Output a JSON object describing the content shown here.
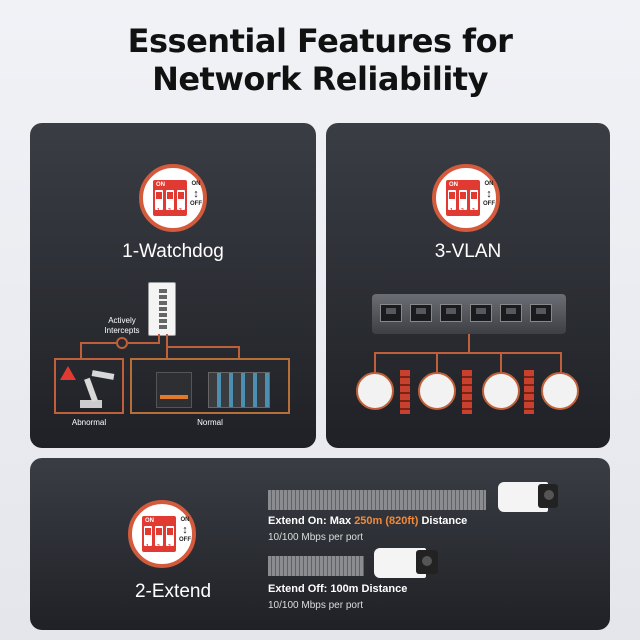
{
  "title": {
    "line1": "Essential Features for",
    "line2": "Network Reliability"
  },
  "dip": {
    "on": "ON",
    "off": "OFF",
    "n1": "1",
    "n2": "2",
    "n3": "3"
  },
  "watchdog": {
    "label": "1-Watchdog",
    "intercept": "Actively Intercepts",
    "abnormal": "Abnormal",
    "normal": "Normal"
  },
  "vlan": {
    "label": "3-VLAN"
  },
  "extend": {
    "label": "2-Extend",
    "on_prefix": "Extend On: Max ",
    "on_highlight": "250m (820ft)",
    "on_suffix": " Distance",
    "on_sub": "10/100 Mbps per port",
    "off_text": "Extend Off: 100m Distance",
    "off_sub": "10/100 Mbps per port"
  },
  "colors": {
    "accent": "#f08a3a",
    "dip_red": "#e13a32",
    "line": "#c0603a"
  }
}
